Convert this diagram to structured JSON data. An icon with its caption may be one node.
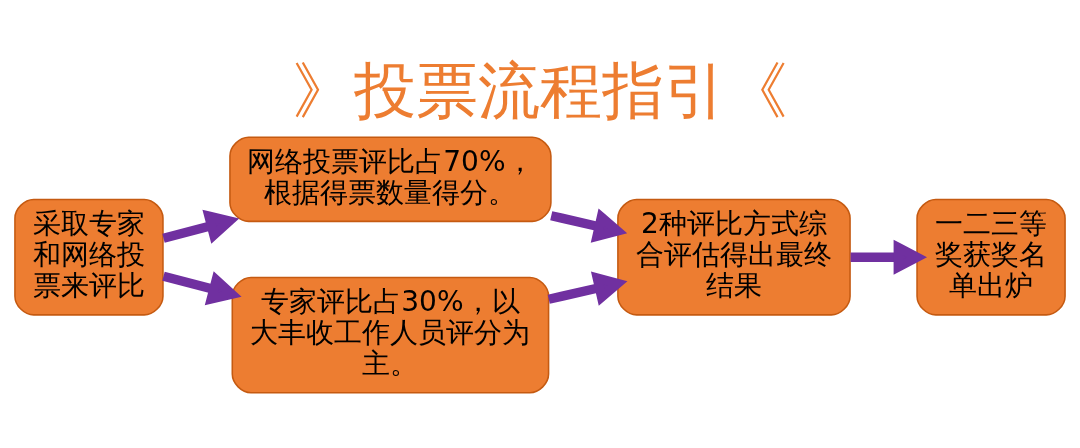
{
  "diagram": {
    "title": "》投票流程指引《",
    "nodes": [
      {
        "text": [
          "采取专家和网络投票来评比"
        ]
      },
      {
        "text": [
          "网络投票评比占70%，根据得票数量得分。"
        ]
      },
      {
        "text": [
          "专家评比占30%，以大丰收工作人员评分为主。"
        ]
      },
      {
        "text": [
          "2种评比方式综合评估得出最终结果"
        ]
      },
      {
        "text": [
          "一二三等奖获奖名单出炉"
        ]
      }
    ],
    "edges": [
      {
        "from": 0,
        "to": 1,
        "arrow": "to"
      },
      {
        "from": 0,
        "to": 2,
        "arrow": "to"
      },
      {
        "from": 1,
        "to": 3,
        "arrow": "to"
      },
      {
        "from": 2,
        "to": 3,
        "arrow": "to"
      },
      {
        "from": 3,
        "to": 4,
        "arrow": "to"
      }
    ]
  }
}
